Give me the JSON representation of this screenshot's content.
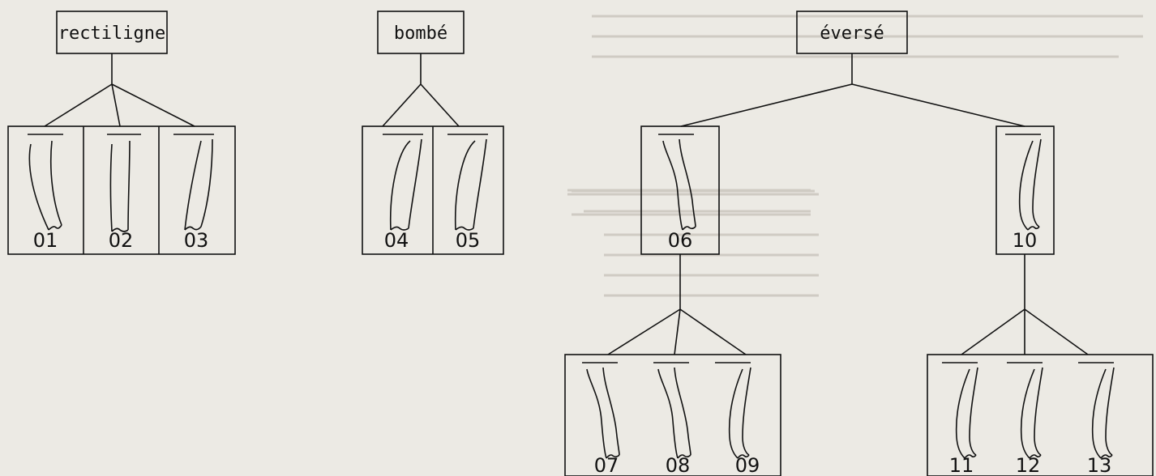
{
  "categories": [
    {
      "id": "rectiligne",
      "label": "rectiligne",
      "profiles": [
        "01",
        "02",
        "03"
      ]
    },
    {
      "id": "bombe",
      "label": "bombé",
      "profiles": [
        "04",
        "05"
      ]
    },
    {
      "id": "everse",
      "label": "éversé",
      "profiles": [
        "06",
        "10"
      ],
      "sub": {
        "06": [
          "07",
          "08",
          "09"
        ],
        "10": [
          "11",
          "12",
          "13"
        ]
      }
    }
  ],
  "colors": {
    "background": "#eceae4",
    "ink": "#111111"
  }
}
